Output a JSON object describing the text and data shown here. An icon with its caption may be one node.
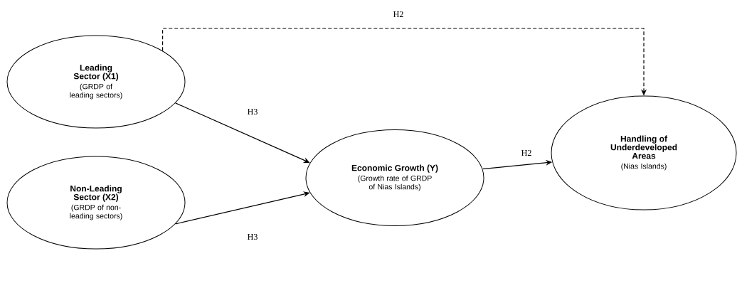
{
  "diagram": {
    "nodes": [
      {
        "text": [
          "Leading Sector (X1)",
          "(GRDP of leading sectors)"
        ]
      },
      {
        "text": [
          "Non-Leading Sector (X2)",
          "(GRDP of non-leading sectors)"
        ]
      },
      {
        "text": [
          "Economic Growth (Y)",
          "(Growth rate of GRDP of Nias Islands)"
        ]
      },
      {
        "text": [
          "Handling of Underdeveloped Areas",
          "(Nias Islands)"
        ]
      }
    ],
    "edges": [
      {
        "from": 0,
        "to": 3,
        "arrow": "to",
        "label": "H2",
        "style": "dashed"
      },
      {
        "from": 0,
        "to": 2,
        "arrow": "to",
        "label": "H3"
      },
      {
        "from": 1,
        "to": 2,
        "arrow": "to",
        "label": "H3"
      },
      {
        "from": 2,
        "to": 3,
        "arrow": "to",
        "label": "H2"
      }
    ]
  }
}
